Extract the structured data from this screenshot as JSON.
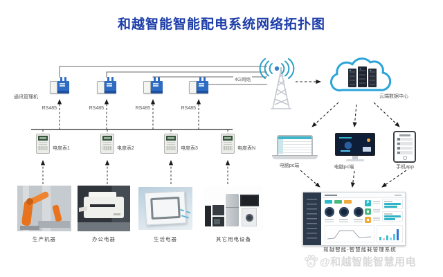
{
  "title": "和越智能智能配电系统网络拓扑图",
  "gateway": {
    "label": "通讯管理机",
    "rs485": [
      "RS485",
      "RS485",
      "RS485",
      "RS485"
    ]
  },
  "network": {
    "label": "4G网络"
  },
  "cloud": {
    "label": "云端数据中心"
  },
  "meters": [
    {
      "label": "电度表1"
    },
    {
      "label": "电度表2"
    },
    {
      "label": "电度表3"
    },
    {
      "label": "电度表N"
    }
  ],
  "loads": [
    {
      "label": "生产机器"
    },
    {
      "label": "办公电器"
    },
    {
      "label": "生活电器"
    },
    {
      "label": "其它用电设备"
    }
  ],
  "clients": [
    {
      "label": "电脑pc端"
    },
    {
      "label": "电脑pc端"
    },
    {
      "label": "手机app"
    }
  ],
  "dashboard": {
    "label": "和越智能-智慧能耗管理系统",
    "tile_letter": "P"
  },
  "watermark": {
    "badge": "du",
    "text": "@和越智能智慧用电"
  },
  "colors": {
    "title_blue": "#1d3da8",
    "device_blue": "#2e6cc4",
    "wifi_teal": "#2a9fc4",
    "cloud_stroke": "#29a3d8",
    "tile_teal": "#2ab9c6",
    "tile_green": "#49ba7e",
    "tile_orange": "#f2a93b",
    "bar_blue": "#2f6fd8"
  }
}
